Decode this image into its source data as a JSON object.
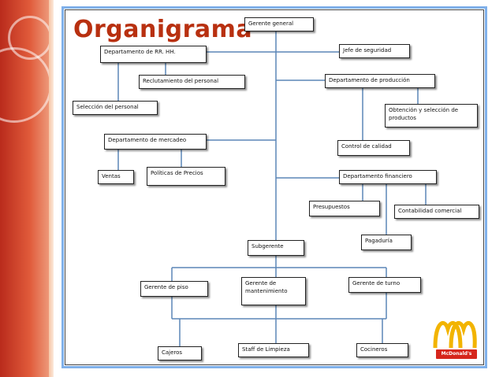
{
  "slide": {
    "title": "Organigrama",
    "logo_text": "McDonald's"
  },
  "nodes": {
    "gerente_general": "Gerente general",
    "rrhh": "Departamento de RR. HH.",
    "seguridad": "Jefe de seguridad",
    "reclutamiento": "Reclutamiento del personal",
    "produccion": "Departamento de producción",
    "seleccion": "Selección del personal",
    "obtencion": "Obtención y selección de productos",
    "mercadeo": "Departamento de mercadeo",
    "calidad": "Control de calidad",
    "ventas": "Ventas",
    "politicas": "Políticas de Precios",
    "financiero": "Departamento financiero",
    "presupuestos": "Presupuestos",
    "contabilidad": "Contabilidad comercial",
    "pagaduria": "Pagaduría",
    "subgerente": "Subgerente",
    "gerente_piso": "Gerente de piso",
    "gerente_mantenimiento": "Gerente de mantenimiento",
    "gerente_turno": "Gerente de turno",
    "cajeros": "Cajeros",
    "staff": "Staff de  Limpieza",
    "cocineros": "Cocineros"
  },
  "colors": {
    "connector": "#5b86b7",
    "title": "#b83010",
    "frame": "#7fb0ea",
    "logo_arches": "#f2b400",
    "logo_red": "#d6261c"
  }
}
